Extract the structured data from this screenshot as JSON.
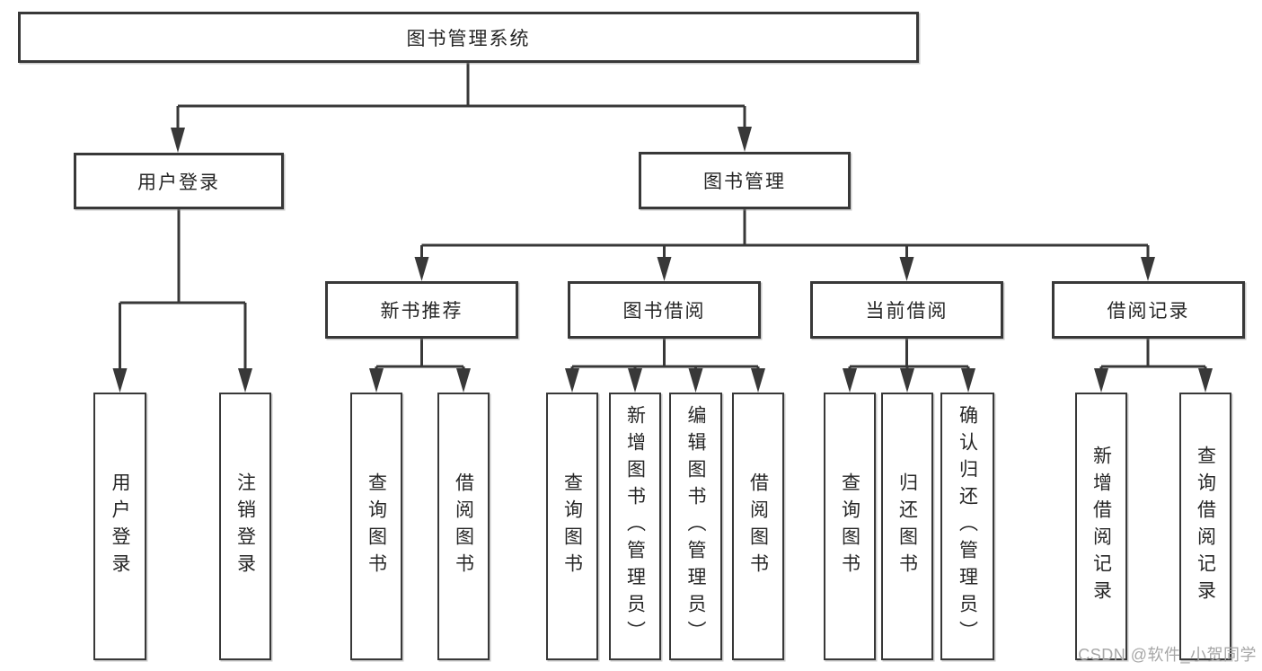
{
  "tree": {
    "label": "图书管理系统",
    "children": [
      {
        "label": "用户登录",
        "children": [
          {
            "label": "用户登录"
          },
          {
            "label": "注销登录"
          }
        ]
      },
      {
        "label": "图书管理",
        "children": [
          {
            "label": "新书推荐",
            "children": [
              {
                "label": "查询图书"
              },
              {
                "label": "借阅图书"
              }
            ]
          },
          {
            "label": "图书借阅",
            "children": [
              {
                "label": "查询图书"
              },
              {
                "label": "新增图书（管理员）"
              },
              {
                "label": "编辑图书（管理员）"
              },
              {
                "label": "借阅图书"
              }
            ]
          },
          {
            "label": "当前借阅",
            "children": [
              {
                "label": "查询图书"
              },
              {
                "label": "归还图书"
              },
              {
                "label": "确认归还（管理员）"
              }
            ]
          },
          {
            "label": "借阅记录",
            "children": [
              {
                "label": "新增借阅记录"
              },
              {
                "label": "查询借阅记录"
              }
            ]
          }
        ]
      }
    ]
  },
  "watermark": {
    "text": "CSDN @软件_小贺同学"
  },
  "colors": {
    "line": "#383838",
    "box_border": "#383838",
    "box_fill": "#ffffff",
    "text": "#262626",
    "watermark": "#a6a6a6",
    "background": "#ffffff"
  }
}
